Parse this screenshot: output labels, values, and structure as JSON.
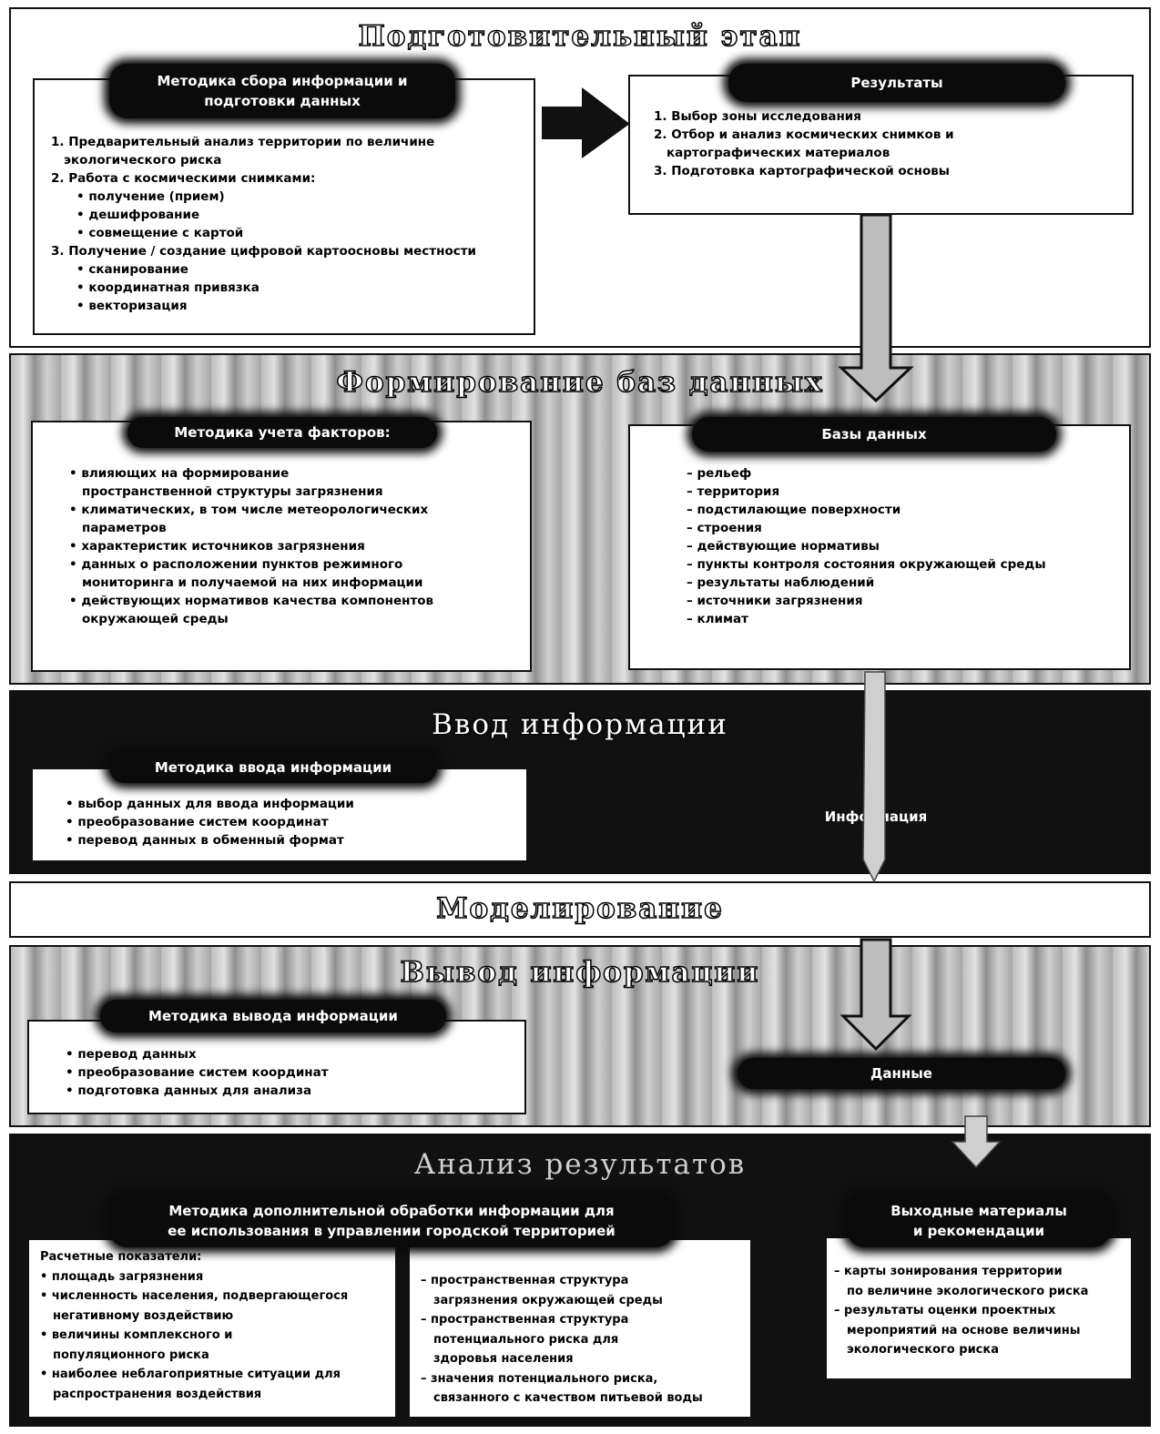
{
  "stages": {
    "preparatory": {
      "title": "Подготовительный этап",
      "method_header": [
        "Методика сбора информации и",
        "подготовки данных"
      ],
      "method_items": [
        {
          "text": "1. Предварительный анализ территории по величине",
          "kind": "main"
        },
        {
          "text": "экологического риска",
          "kind": "cont"
        },
        {
          "text": "2. Работа с космическими снимками:",
          "kind": "main"
        },
        {
          "text": "• получение (прием)",
          "kind": "sub"
        },
        {
          "text": "• дешифрование",
          "kind": "sub"
        },
        {
          "text": "• совмещение с картой",
          "kind": "sub"
        },
        {
          "text": "3. Получение / создание цифровой картоосновы местности",
          "kind": "main"
        },
        {
          "text": "• сканирование",
          "kind": "sub"
        },
        {
          "text": "• координатная привязка",
          "kind": "sub"
        },
        {
          "text": "• векторизация",
          "kind": "sub"
        }
      ],
      "results_header": "Результаты",
      "results_items": [
        {
          "text": "1. Выбор зоны исследования",
          "kind": "main"
        },
        {
          "text": "2. Отбор и анализ космических снимков и",
          "kind": "main"
        },
        {
          "text": "картографических материалов",
          "kind": "cont"
        },
        {
          "text": "3. Подготовка картографической основы",
          "kind": "main"
        }
      ]
    },
    "databases": {
      "title": "Формирование баз данных",
      "method_header": "Методика учета факторов:",
      "method_items": [
        {
          "text": "• влияющих на формирование",
          "kind": "main"
        },
        {
          "text": "пространственной структуры загрязнения",
          "kind": "cont"
        },
        {
          "text": "• климатических, в том числе метеорологических",
          "kind": "main"
        },
        {
          "text": "параметров",
          "kind": "cont"
        },
        {
          "text": "• характеристик источников загрязнения",
          "kind": "main"
        },
        {
          "text": "• данных о расположении пунктов режимного",
          "kind": "main"
        },
        {
          "text": "мониторинга и получаемой на них информации",
          "kind": "cont"
        },
        {
          "text": "• действующих нормативов качества компонентов",
          "kind": "main"
        },
        {
          "text": "окружающей среды",
          "kind": "cont"
        }
      ],
      "db_header": "Базы данных",
      "db_items": [
        "– рельеф",
        "– территория",
        "– подстилающие поверхности",
        "– строения",
        "– действующие нормативы",
        "– пункты контроля состояния окружающей среды",
        "– результаты наблюдений",
        "– источники загрязнения",
        "– климат"
      ]
    },
    "input": {
      "title": "Ввод информации",
      "method_header": "Методика ввода информации",
      "method_items": [
        "• выбор данных для ввода информации",
        "• преобразование систем координат",
        "• перевод данных в обменный формат"
      ],
      "label": "Информация"
    },
    "modeling": {
      "title": "Моделирование"
    },
    "output": {
      "title": "Вывод информации",
      "method_header": "Методика вывода информации",
      "method_items": [
        "• перевод данных",
        "• преобразование систем координат",
        "• подготовка данных для анализа"
      ],
      "label": "Данные"
    },
    "analysis": {
      "title": "Анализ результатов",
      "method_header": [
        "Методика дополнительной обработки информации для",
        "ее использования в управлении городской территорией"
      ],
      "calc_items": [
        {
          "text": "Расчетные показатели:",
          "kind": "main"
        },
        {
          "text": "• площадь загрязнения",
          "kind": "main"
        },
        {
          "text": "• численность населения, подвергающегося",
          "kind": "main"
        },
        {
          "text": "негативному воздействию",
          "kind": "cont"
        },
        {
          "text": "• величины комплексного и",
          "kind": "main"
        },
        {
          "text": "популяционного риска",
          "kind": "cont"
        },
        {
          "text": "• наиболее неблагоприятные ситуации для",
          "kind": "main"
        },
        {
          "text": "распространения воздействия",
          "kind": "cont"
        }
      ],
      "struct_items": [
        {
          "text": "– пространственная структура",
          "kind": "main"
        },
        {
          "text": "загрязнения окружающей среды",
          "kind": "cont"
        },
        {
          "text": "– пространственная структура",
          "kind": "main"
        },
        {
          "text": "потенциального риска для",
          "kind": "cont"
        },
        {
          "text": "здоровья населения",
          "kind": "cont"
        },
        {
          "text": "– значения потенциального риска,",
          "kind": "main"
        },
        {
          "text": "связанного с качеством питьевой воды",
          "kind": "cont"
        }
      ],
      "out_header": [
        "Выходные материалы",
        "и рекомендации"
      ],
      "out_items": [
        {
          "text": "– карты зонирования территории",
          "kind": "main"
        },
        {
          "text": "по величине экологического риска",
          "kind": "cont"
        },
        {
          "text": "– результаты оценки проектных",
          "kind": "main"
        },
        {
          "text": "мероприятий на основе величины",
          "kind": "cont"
        },
        {
          "text": "экологического риска",
          "kind": "cont"
        }
      ]
    }
  }
}
